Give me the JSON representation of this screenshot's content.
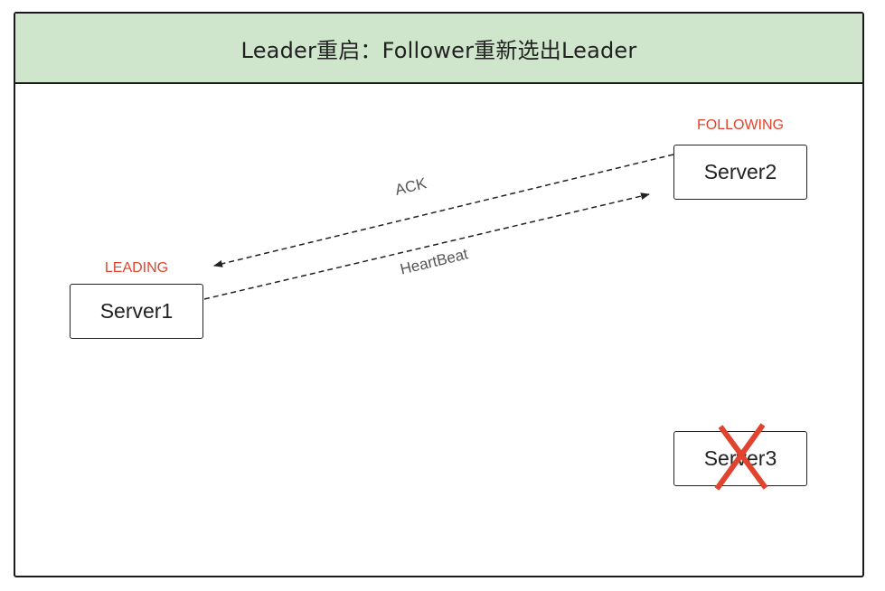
{
  "diagram": {
    "title": "Leader重启：Follower重新选出Leader",
    "nodes": [
      {
        "id": "server1",
        "label": "Server1",
        "state": "LEADING"
      },
      {
        "id": "server2",
        "label": "Server2",
        "state": "FOLLOWING"
      },
      {
        "id": "server3",
        "label": "Server3",
        "state": "",
        "crossed_out": true
      }
    ],
    "edges": [
      {
        "from": "server2",
        "to": "server1",
        "label": "ACK",
        "style": "dashed"
      },
      {
        "from": "server1",
        "to": "server2",
        "label": "HeartBeat",
        "style": "dashed"
      }
    ],
    "colors": {
      "title_background": "#cfe6cc",
      "state_label": "#e0442e",
      "cross_mark": "#e0442e",
      "edge_label": "#555555"
    }
  }
}
